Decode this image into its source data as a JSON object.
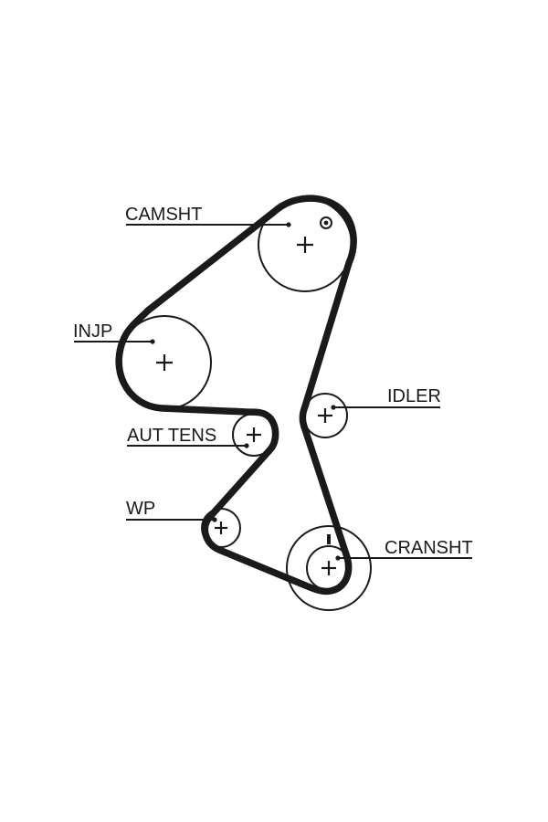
{
  "labels": {
    "camshaft": "CAMSHT",
    "injection_pump": "INJP",
    "auto_tensioner": "AUT TENS",
    "water_pump": "WP",
    "idler": "IDLER",
    "crankshaft": "CRANSHT"
  },
  "colors": {
    "ink": "#1a1a1a",
    "background": "#ffffff"
  }
}
